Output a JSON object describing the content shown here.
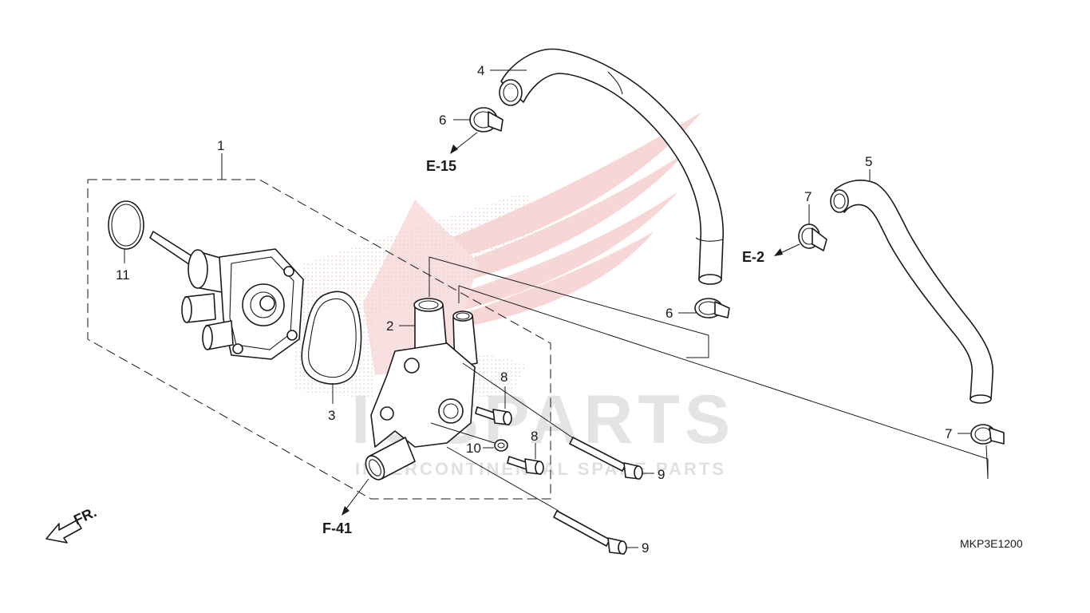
{
  "watermark": {
    "brand": "IGSPARTS",
    "tagline": "INTERCONTINENTAL SPARE PARTS",
    "color": "#e0393e"
  },
  "callouts": {
    "p1": "1",
    "p2": "2",
    "p3": "3",
    "p4": "4",
    "p5": "5",
    "p6a": "6",
    "p6b": "6",
    "p7a": "7",
    "p7b": "7",
    "p8a": "8",
    "p8b": "8",
    "p9a": "9",
    "p9b": "9",
    "p10": "10",
    "p11": "11"
  },
  "references": {
    "e15": "E-15",
    "e2": "E-2",
    "f41": "F-41",
    "fr": "FR."
  },
  "diagram_code": "MKP3E1200"
}
